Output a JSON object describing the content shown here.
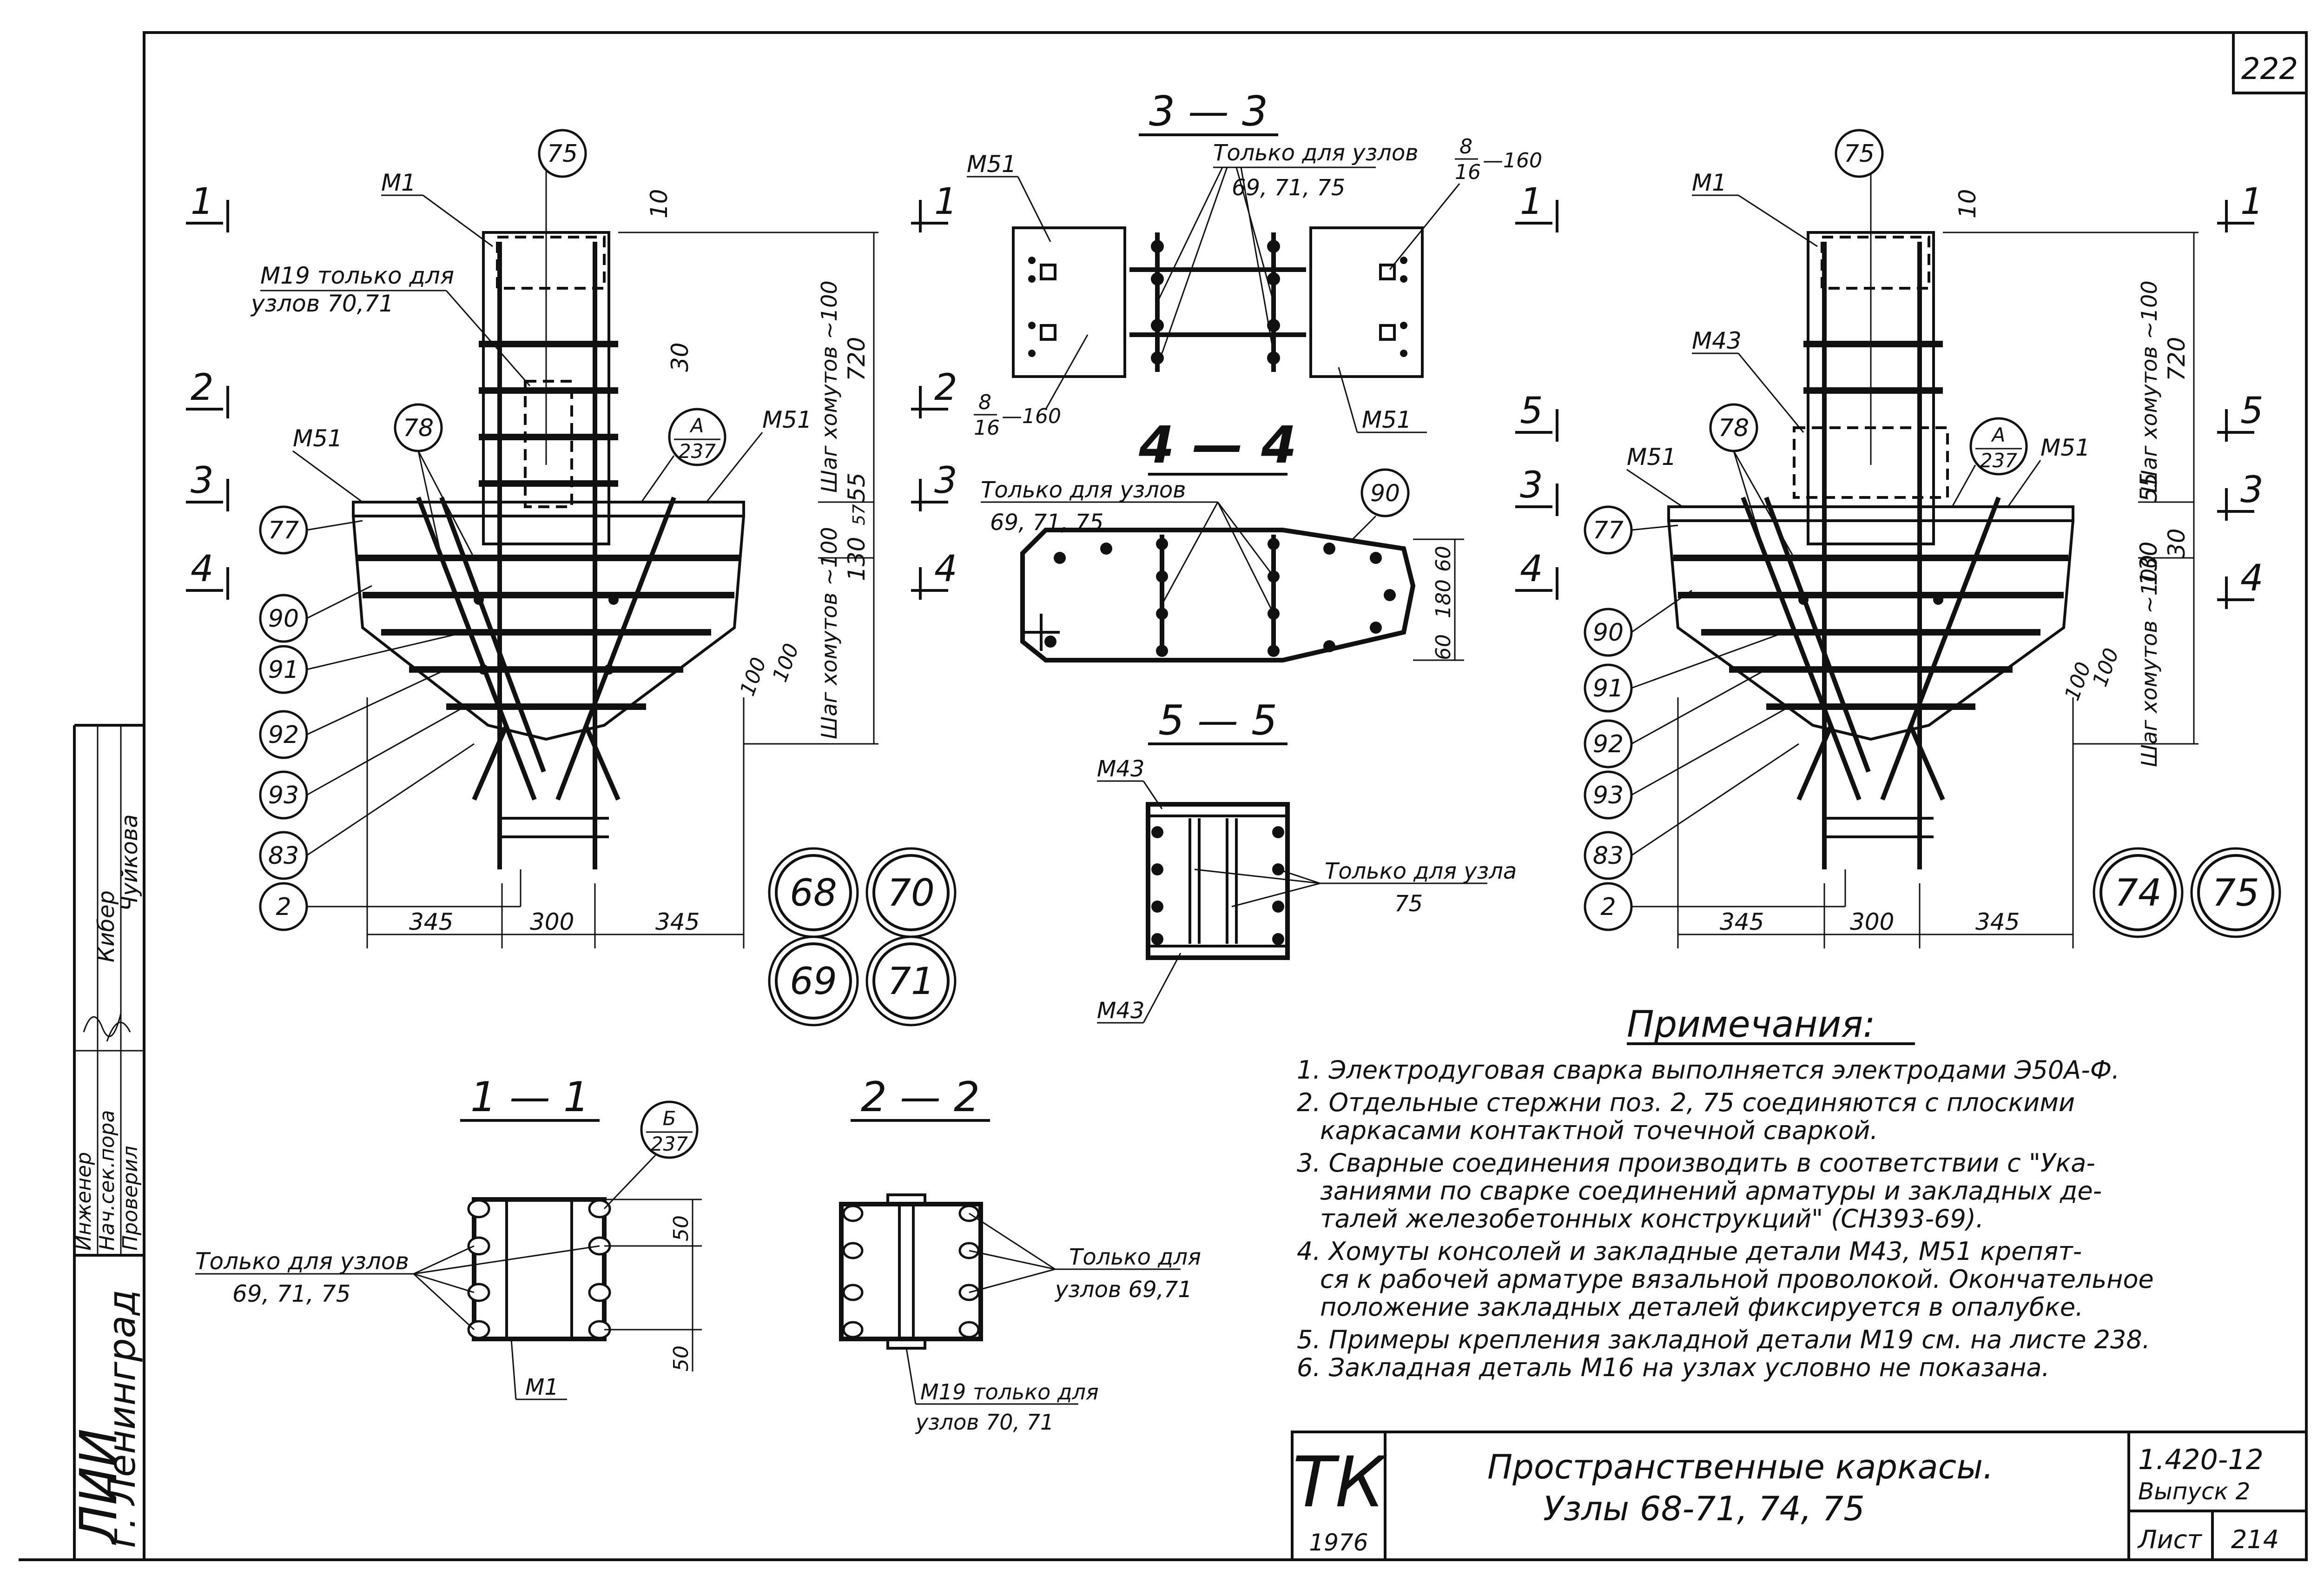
{
  "sheet_corner_number": "222",
  "frame": {
    "city": "г. Ленинград",
    "org_logo_text": "ЛИИ",
    "signature_roles": [
      "Нач.сек.пора",
      "Инженер",
      "Проверил"
    ],
    "signature_names": [
      "Кибер",
      "Чуйкова"
    ]
  },
  "left_view": {
    "pos": [
      "75",
      "78",
      "77",
      "90",
      "91",
      "92",
      "93",
      "83",
      "2"
    ],
    "refs": [
      "M1",
      "M19 только для",
      "узлов 70,71",
      "M51",
      "M51"
    ],
    "callout": {
      "num": "A",
      "den": "237"
    },
    "sections": [
      "1",
      "2",
      "3",
      "4",
      "1",
      "2",
      "3",
      "4"
    ],
    "dims_bottom": [
      "345",
      "300",
      "345"
    ],
    "dims_right": [
      "10",
      "720",
      "30",
      "55",
      "57",
      "130"
    ],
    "dim_text_upper": "Шаг хомутов ~100",
    "dim_text_lower": "Шаг хомутов ~100",
    "dim_100": [
      "100",
      "100"
    ],
    "nodes": [
      "68",
      "70",
      "69",
      "71"
    ]
  },
  "section_33": {
    "title": "3 — 3",
    "refs": [
      "M51",
      "M51"
    ],
    "note": "Только для узлов",
    "note2": "69, 71, 75",
    "spacing_top": {
      "num": "8",
      "den": "16",
      "rest": "—160"
    },
    "spacing_bottom": {
      "num": "8",
      "den": "16",
      "rest": "—160"
    }
  },
  "section_44": {
    "title": "4 — 4",
    "note": "Только для узлов",
    "note2": "69, 71, 75",
    "pos": "90",
    "dims": [
      "60",
      "180",
      "60"
    ]
  },
  "section_55": {
    "title": "5 — 5",
    "refs": [
      "M43",
      "M43"
    ],
    "note": "Только для узла",
    "note2": "75"
  },
  "section_11": {
    "title": "1 — 1",
    "note": "Только для узлов",
    "note2": "69, 71, 75",
    "callout": {
      "num": "Б",
      "den": "237"
    },
    "ref": "M1",
    "dims": [
      "50",
      "50"
    ]
  },
  "section_22": {
    "title": "2 — 2",
    "note": "Только для",
    "note2": "узлов 69,71",
    "note3": "M19 только для",
    "note4": "узлов 70, 71"
  },
  "right_view": {
    "pos": [
      "75",
      "78",
      "77",
      "90",
      "91",
      "92",
      "93",
      "83",
      "2"
    ],
    "refs": [
      "M1",
      "M43",
      "M51",
      "M51"
    ],
    "callout": {
      "num": "A",
      "den": "237"
    },
    "sections": [
      "1",
      "5",
      "3",
      "4",
      "1",
      "5",
      "3",
      "4"
    ],
    "dims_bottom": [
      "345",
      "300",
      "345"
    ],
    "dims_right": [
      "10",
      "720",
      "55",
      "30",
      "130"
    ],
    "dim_text_upper": "Шаг хомутов ~100",
    "dim_text_lower": "Шаг хомутов ~100",
    "dim_100": [
      "100",
      "100"
    ],
    "nodes": [
      "74",
      "75"
    ]
  },
  "notes": {
    "title": "Примечания:",
    "items": [
      "1. Электродуговая сварка выполняется электродами Э50А-Ф.",
      "2. Отдельные стержни поз. 2, 75 соединяются с плоскими",
      "каркасами контактной точечной сваркой.",
      "3. Сварные соединения производить в соответствии с \"Ука-",
      "заниями по сварке соединений арматуры и закладных де-",
      "талей железобетонных конструкций\" (СН393-69).",
      "4. Хомуты консолей и закладные детали M43, M51 крепят-",
      "ся к рабочей арматуре вязальной проволокой. Окончательное",
      "положение закладных деталей фиксируется в опалубке.",
      "5. Примеры крепления закладной детали M19 см. на листе 238.",
      "6. Закладная деталь M16 на узлах условно не показана."
    ]
  },
  "title_block": {
    "logo": "ТК",
    "year": "1976",
    "title": "Пространственные каркасы.",
    "subtitle": "Узлы 68-71, 74, 75",
    "series": "1.420-12",
    "issue": "Выпуск 2",
    "sheet_label": "Лист",
    "sheet_number": "214"
  }
}
